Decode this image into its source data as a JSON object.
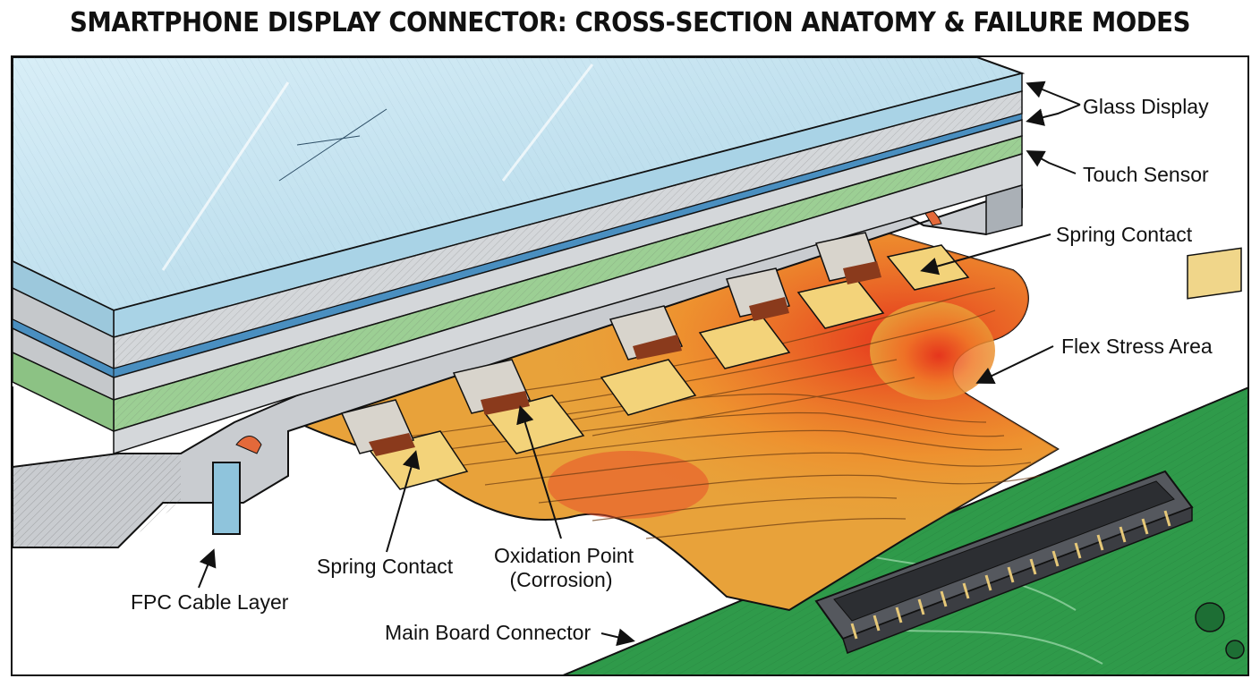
{
  "title": "SMARTPHONE DISPLAY CONNECTOR: CROSS-SECTION ANATOMY & FAILURE MODES",
  "labels": {
    "glass_display": "Glass Display",
    "touch_sensor": "Touch Sensor",
    "spring_contact_right": "Spring Contact",
    "flex_stress_area": "Flex Stress Area",
    "spring_contact_bottom": "Spring Contact",
    "oxidation_point_line1": "Oxidation Point",
    "oxidation_point_line2": "(Corrosion)",
    "fpc_cable_layer": "FPC Cable Layer",
    "main_board_connector": "Main Board Connector"
  },
  "colors": {
    "glass": "#bfe0ee",
    "glass_edge": "#8ec3dc",
    "touch_sensor": "#9ccf94",
    "frame_gray": "#c9ccd0",
    "flex_orange": "#e8a23a",
    "stress_red": "#e03a1e",
    "pcb_green": "#2f9a4a",
    "contact_gold": "#f3d37a",
    "corrosion": "#8a3a1c",
    "connector": "#55585e"
  }
}
